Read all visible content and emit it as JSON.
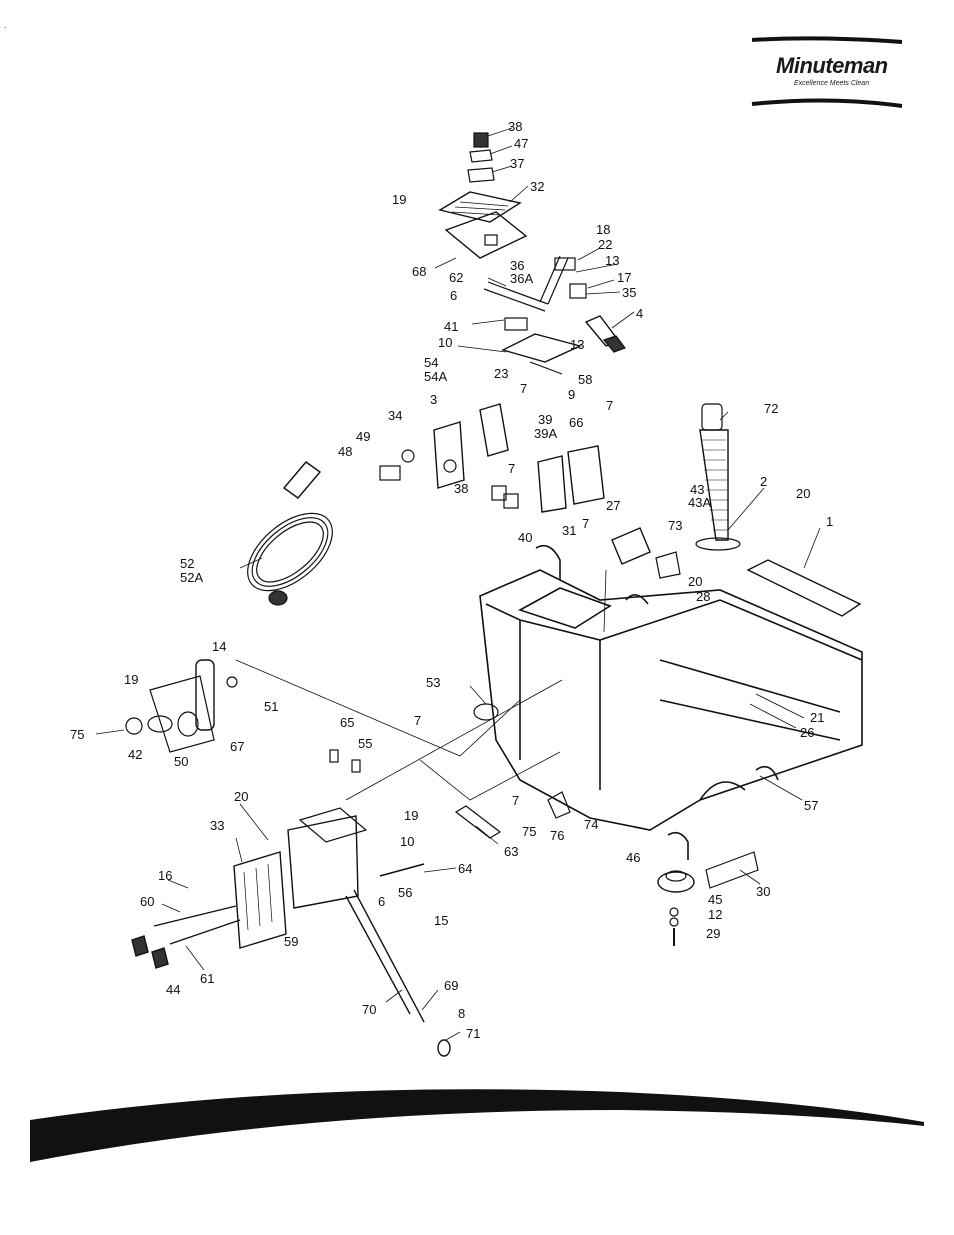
{
  "brand": {
    "name": "Minuteman",
    "tagline": "Excellence Meets Clean",
    "corner_mark": "."
  },
  "callouts": [
    "1",
    "2",
    "3",
    "4",
    "6",
    "6",
    "7",
    "7",
    "7",
    "7",
    "7",
    "7",
    "8",
    "9",
    "10",
    "10",
    "12",
    "13",
    "13",
    "14",
    "15",
    "16",
    "17",
    "18",
    "19",
    "19",
    "19",
    "20",
    "20",
    "20",
    "21",
    "22",
    "23",
    "26",
    "27",
    "28",
    "29",
    "30",
    "31",
    "32",
    "33",
    "34",
    "35",
    "36",
    "36A",
    "37",
    "38",
    "38",
    "39",
    "39A",
    "40",
    "41",
    "42",
    "43",
    "43A",
    "44",
    "44",
    "45",
    "46",
    "47",
    "48",
    "49",
    "50",
    "51",
    "52",
    "52A",
    "53",
    "54",
    "54A",
    "55",
    "56",
    "57",
    "58",
    "59",
    "60",
    "61",
    "62",
    "63",
    "64",
    "65",
    "66",
    "67",
    "68",
    "69",
    "70",
    "71",
    "72",
    "73",
    "74",
    "75",
    "75",
    "76"
  ]
}
